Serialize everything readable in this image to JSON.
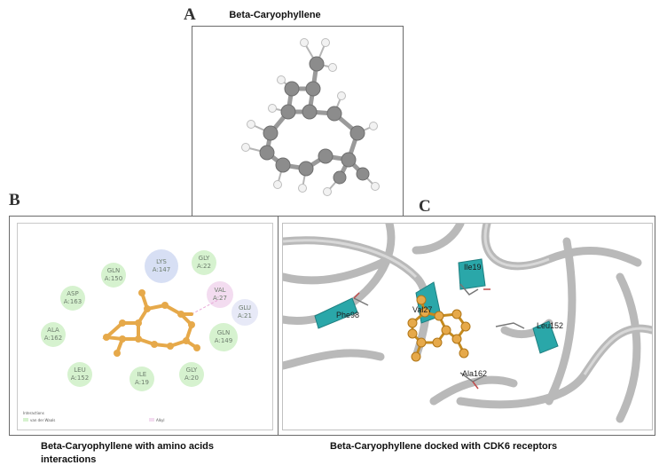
{
  "panels": {
    "a": {
      "letter": "A",
      "title": "Beta-Caryophyllene"
    },
    "b": {
      "letter": "B",
      "caption_line1": "Beta-Caryophyllene with amino acids",
      "caption_line2": "interactions",
      "residues": [
        {
          "name": "LYS",
          "num": "A:147"
        },
        {
          "name": "GLY",
          "num": "A:22"
        },
        {
          "name": "GLN",
          "num": "A:150"
        },
        {
          "name": "VAL",
          "num": "A:27"
        },
        {
          "name": "ASP",
          "num": "A:163"
        },
        {
          "name": "GLU",
          "num": "A:21"
        },
        {
          "name": "ALA",
          "num": "A:162"
        },
        {
          "name": "GLN",
          "num": "A:149"
        },
        {
          "name": "LEU",
          "num": "A:152"
        },
        {
          "name": "ILE",
          "num": "A:19"
        },
        {
          "name": "GLY",
          "num": "A:20"
        }
      ],
      "legend_title": "Interactions",
      "legend_item1": "van der Waals",
      "legend_item2": "Alkyl"
    },
    "c": {
      "letter": "C",
      "caption": "Beta-Caryophyllene docked with CDK6 receptors",
      "labels": [
        "Ile19",
        "Phe98",
        "Val27",
        "Leu152",
        "Ala162"
      ]
    }
  },
  "colors": {
    "ligand": "#e6a94a",
    "vdw_residue": "#d6f2cf",
    "lys_residue": "#d3dcf3",
    "alkyl_residue": "#f3dcf0",
    "ribbon": "#b9b9b9",
    "helix": "#2aa7a9",
    "atom_carbon": "#8c8c8c",
    "atom_hydrogen": "#f4f4f4"
  }
}
